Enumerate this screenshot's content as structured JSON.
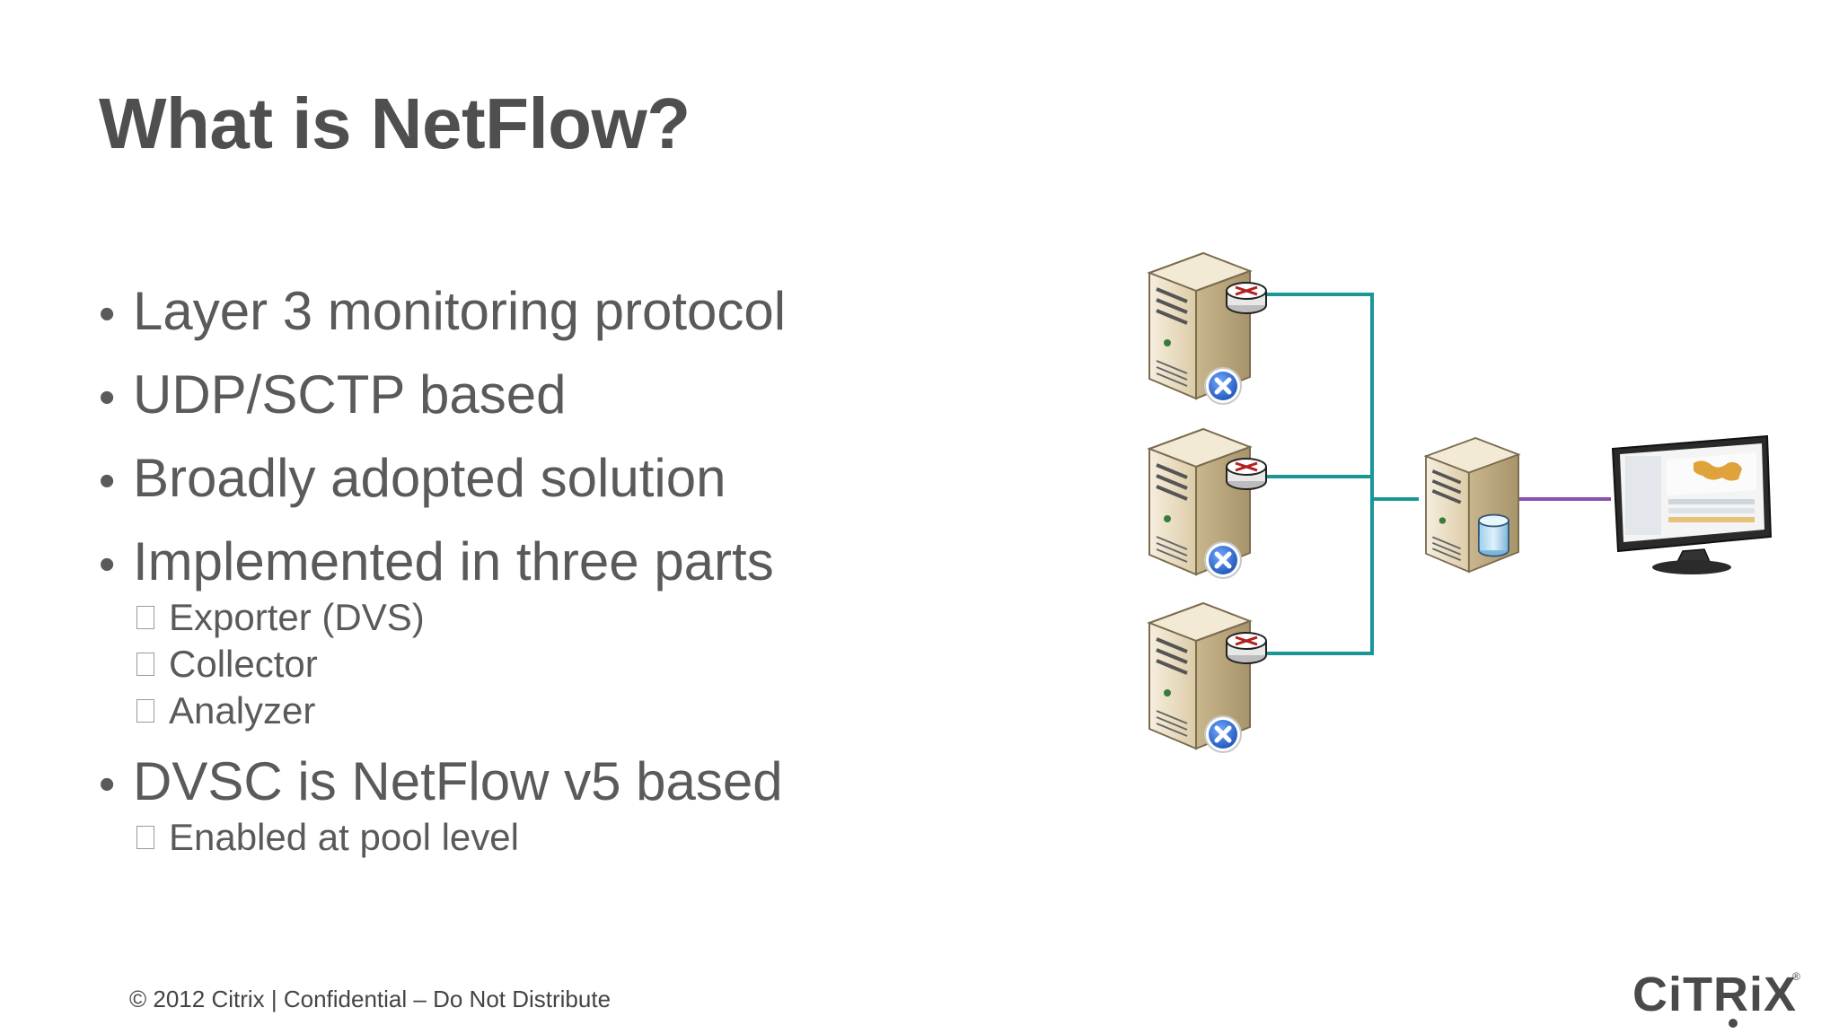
{
  "slide": {
    "title": "What is NetFlow?",
    "bullets": [
      {
        "text": "Layer 3 monitoring protocol",
        "subs": []
      },
      {
        "text": "UDP/SCTP based",
        "subs": []
      },
      {
        "text": "Broadly adopted solution",
        "subs": []
      },
      {
        "text": "Implemented in three parts",
        "subs": [
          "Exporter (DVS)",
          "Collector",
          "Analyzer"
        ]
      },
      {
        "text": "DVSC is NetFlow v5 based",
        "subs": [
          "Enabled at pool level"
        ]
      }
    ],
    "footer": "© 2012 Citrix | Confidential – Do Not Distribute",
    "logo": "CITRIX"
  },
  "colors": {
    "title": "#4f4f4f",
    "text": "#5a5a5a",
    "link_teal": "#1a9696",
    "link_purple": "#8a4fb0",
    "server_body": "#e9dcc0",
    "badge_blue": "#2d6fd6"
  }
}
